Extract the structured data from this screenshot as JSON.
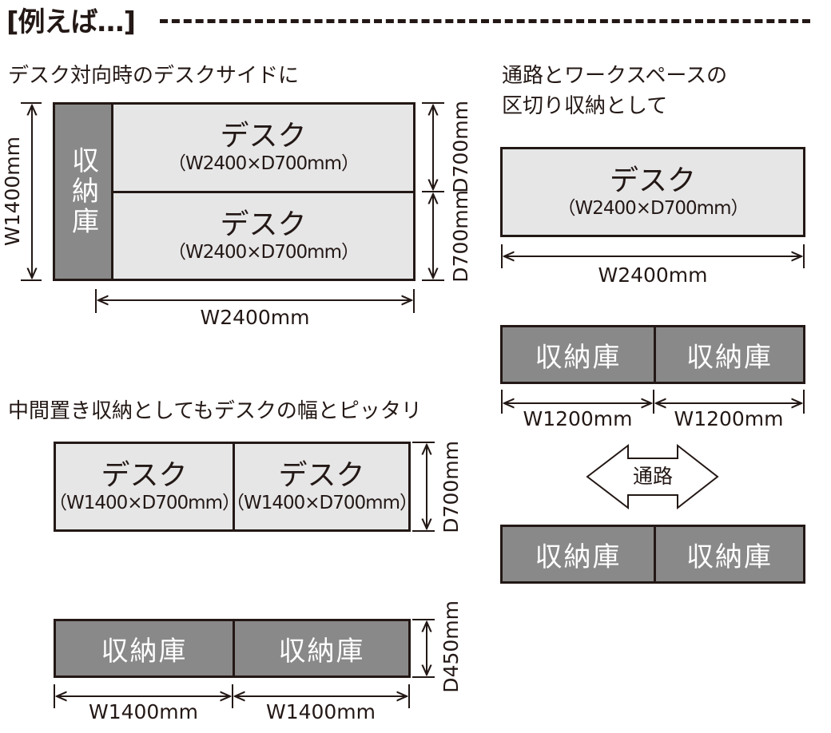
{
  "heading": "[例えば…]",
  "colors": {
    "ink": "#231815",
    "desk_fill": "#e6e6e7",
    "storage_fill": "#898989",
    "storage_text": "#ffffff"
  },
  "example1": {
    "caption": "デスク対向時のデスクサイドに",
    "storage_label": "収納庫",
    "desks": [
      {
        "title": "デスク",
        "size": "（W2400×D700mm）"
      },
      {
        "title": "デスク",
        "size": "（W2400×D700mm）"
      }
    ],
    "dim_left": "W1400mm",
    "dim_right": [
      "D700mm",
      "D700mm"
    ],
    "dim_bottom": "W2400mm"
  },
  "example2": {
    "caption": "中間置き収納としてもデスクの幅とピッタリ",
    "desks": [
      {
        "title": "デスク",
        "size": "（W1400×D700mm）"
      },
      {
        "title": "デスク",
        "size": "（W1400×D700mm）"
      }
    ],
    "desk_depth": "D700mm",
    "storage": [
      "収納庫",
      "収納庫"
    ],
    "storage_depth": "D450mm",
    "storage_widths": [
      "W1400mm",
      "W1400mm"
    ]
  },
  "example3": {
    "caption_line1": "通路とワークスペースの",
    "caption_line2": "区切り収納として",
    "desk": {
      "title": "デスク",
      "size": "（W2400×D700mm）"
    },
    "desk_width": "W2400mm",
    "storage_top": [
      "収納庫",
      "収納庫"
    ],
    "storage_widths": [
      "W1200mm",
      "W1200mm"
    ],
    "aisle_label": "通路",
    "storage_bottom": [
      "収納庫",
      "収納庫"
    ]
  }
}
